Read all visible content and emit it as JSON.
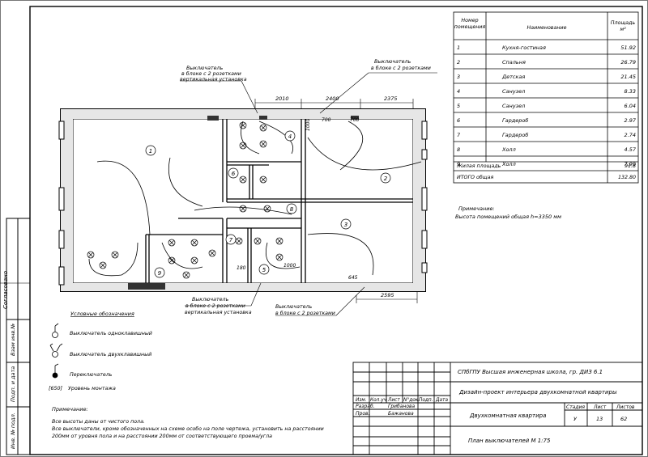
{
  "room_table": {
    "headers": {
      "number": "Номер помещения",
      "name": "Наименование",
      "area": "Площадь м²"
    },
    "rows": [
      {
        "n": "1",
        "name": "Кухня-гостиная",
        "area": "51.92"
      },
      {
        "n": "2",
        "name": "Спальня",
        "area": "26.79"
      },
      {
        "n": "3",
        "name": "Детская",
        "area": "21.45"
      },
      {
        "n": "4",
        "name": "Санузел",
        "area": "8.33"
      },
      {
        "n": "5",
        "name": "Санузел",
        "area": "6.04"
      },
      {
        "n": "6",
        "name": "Гардероб",
        "area": "2.97"
      },
      {
        "n": "7",
        "name": "Гардероб",
        "area": "2.74"
      },
      {
        "n": "8",
        "name": "Холл",
        "area": "4.57"
      },
      {
        "n": "9",
        "name": "Холл",
        "area": "7.99"
      }
    ],
    "living_label": "Жилая площадь",
    "living_value": "91.8",
    "total_label": "ИТОГО общая",
    "total_value": "132.80"
  },
  "note_height": {
    "title": "Примечание:",
    "text": "Высота помещений общая h=3350 мм"
  },
  "dimensions": [
    "2010",
    "2400",
    "2375",
    "2595",
    "700",
    "700",
    "1000",
    "1000",
    "645",
    "180"
  ],
  "room_numbers": [
    "1",
    "2",
    "3",
    "4",
    "5",
    "6",
    "7",
    "8",
    "9"
  ],
  "callouts": {
    "top_left": [
      "Выключатель",
      "в блоке с 2 розетками",
      "вертикальная установка"
    ],
    "top_right": [
      "Выключатель",
      "в блоке с 2 розетками"
    ],
    "bottom_left": [
      "Выключатель",
      "в блоке с 2 розетками",
      "вертикальная установка"
    ],
    "bottom_right": [
      "Выключатель",
      "в блоке с 2 розетками"
    ]
  },
  "legend": {
    "title": "Условные обозначения",
    "single_switch": "Выключатель одноклавишный",
    "double_switch": "Выключатель двухклавишный",
    "toggle_switch": "Переключатель",
    "level_mark": "[650]",
    "level_text": "Уровень монтажа"
  },
  "footnote": {
    "title": "Примечание:",
    "lines": [
      "Все высоты даны от чистого пола.",
      "Все выключатели, кроме обозначенных на схеме особо на поле чертежа, установить на расстоянии",
      "200мм от уровня пола и на расстоянии 200мм от соответствующего проема/угла"
    ]
  },
  "side_stamp": {
    "agreed": "Согласовано",
    "cells": [
      "Взам инв.№",
      "Подп. и дата",
      "Инв. № подл."
    ]
  },
  "title_block": {
    "org": "СПбГПУ Высшая инженерная школа, гр. ДИЗ 6.1",
    "project": "Дизайн-проект интерьера двухкомнатной квартиры",
    "headers": [
      "Изм.",
      "Кол.уч",
      "Лист",
      "N°док.",
      "Подп.",
      "Дата"
    ],
    "developer_role": "Разраб.",
    "developer_name": "Грибанова",
    "checker_role": "Пров.",
    "checker_name": "Бажанова",
    "object": "Двухкомнатная квартира",
    "stage_label": "Стадия",
    "sheet_label": "Лист",
    "sheets_label": "Листов",
    "stage": "У",
    "sheet": "13",
    "sheets": "62",
    "drawing": "План выключателей М 1:75"
  }
}
